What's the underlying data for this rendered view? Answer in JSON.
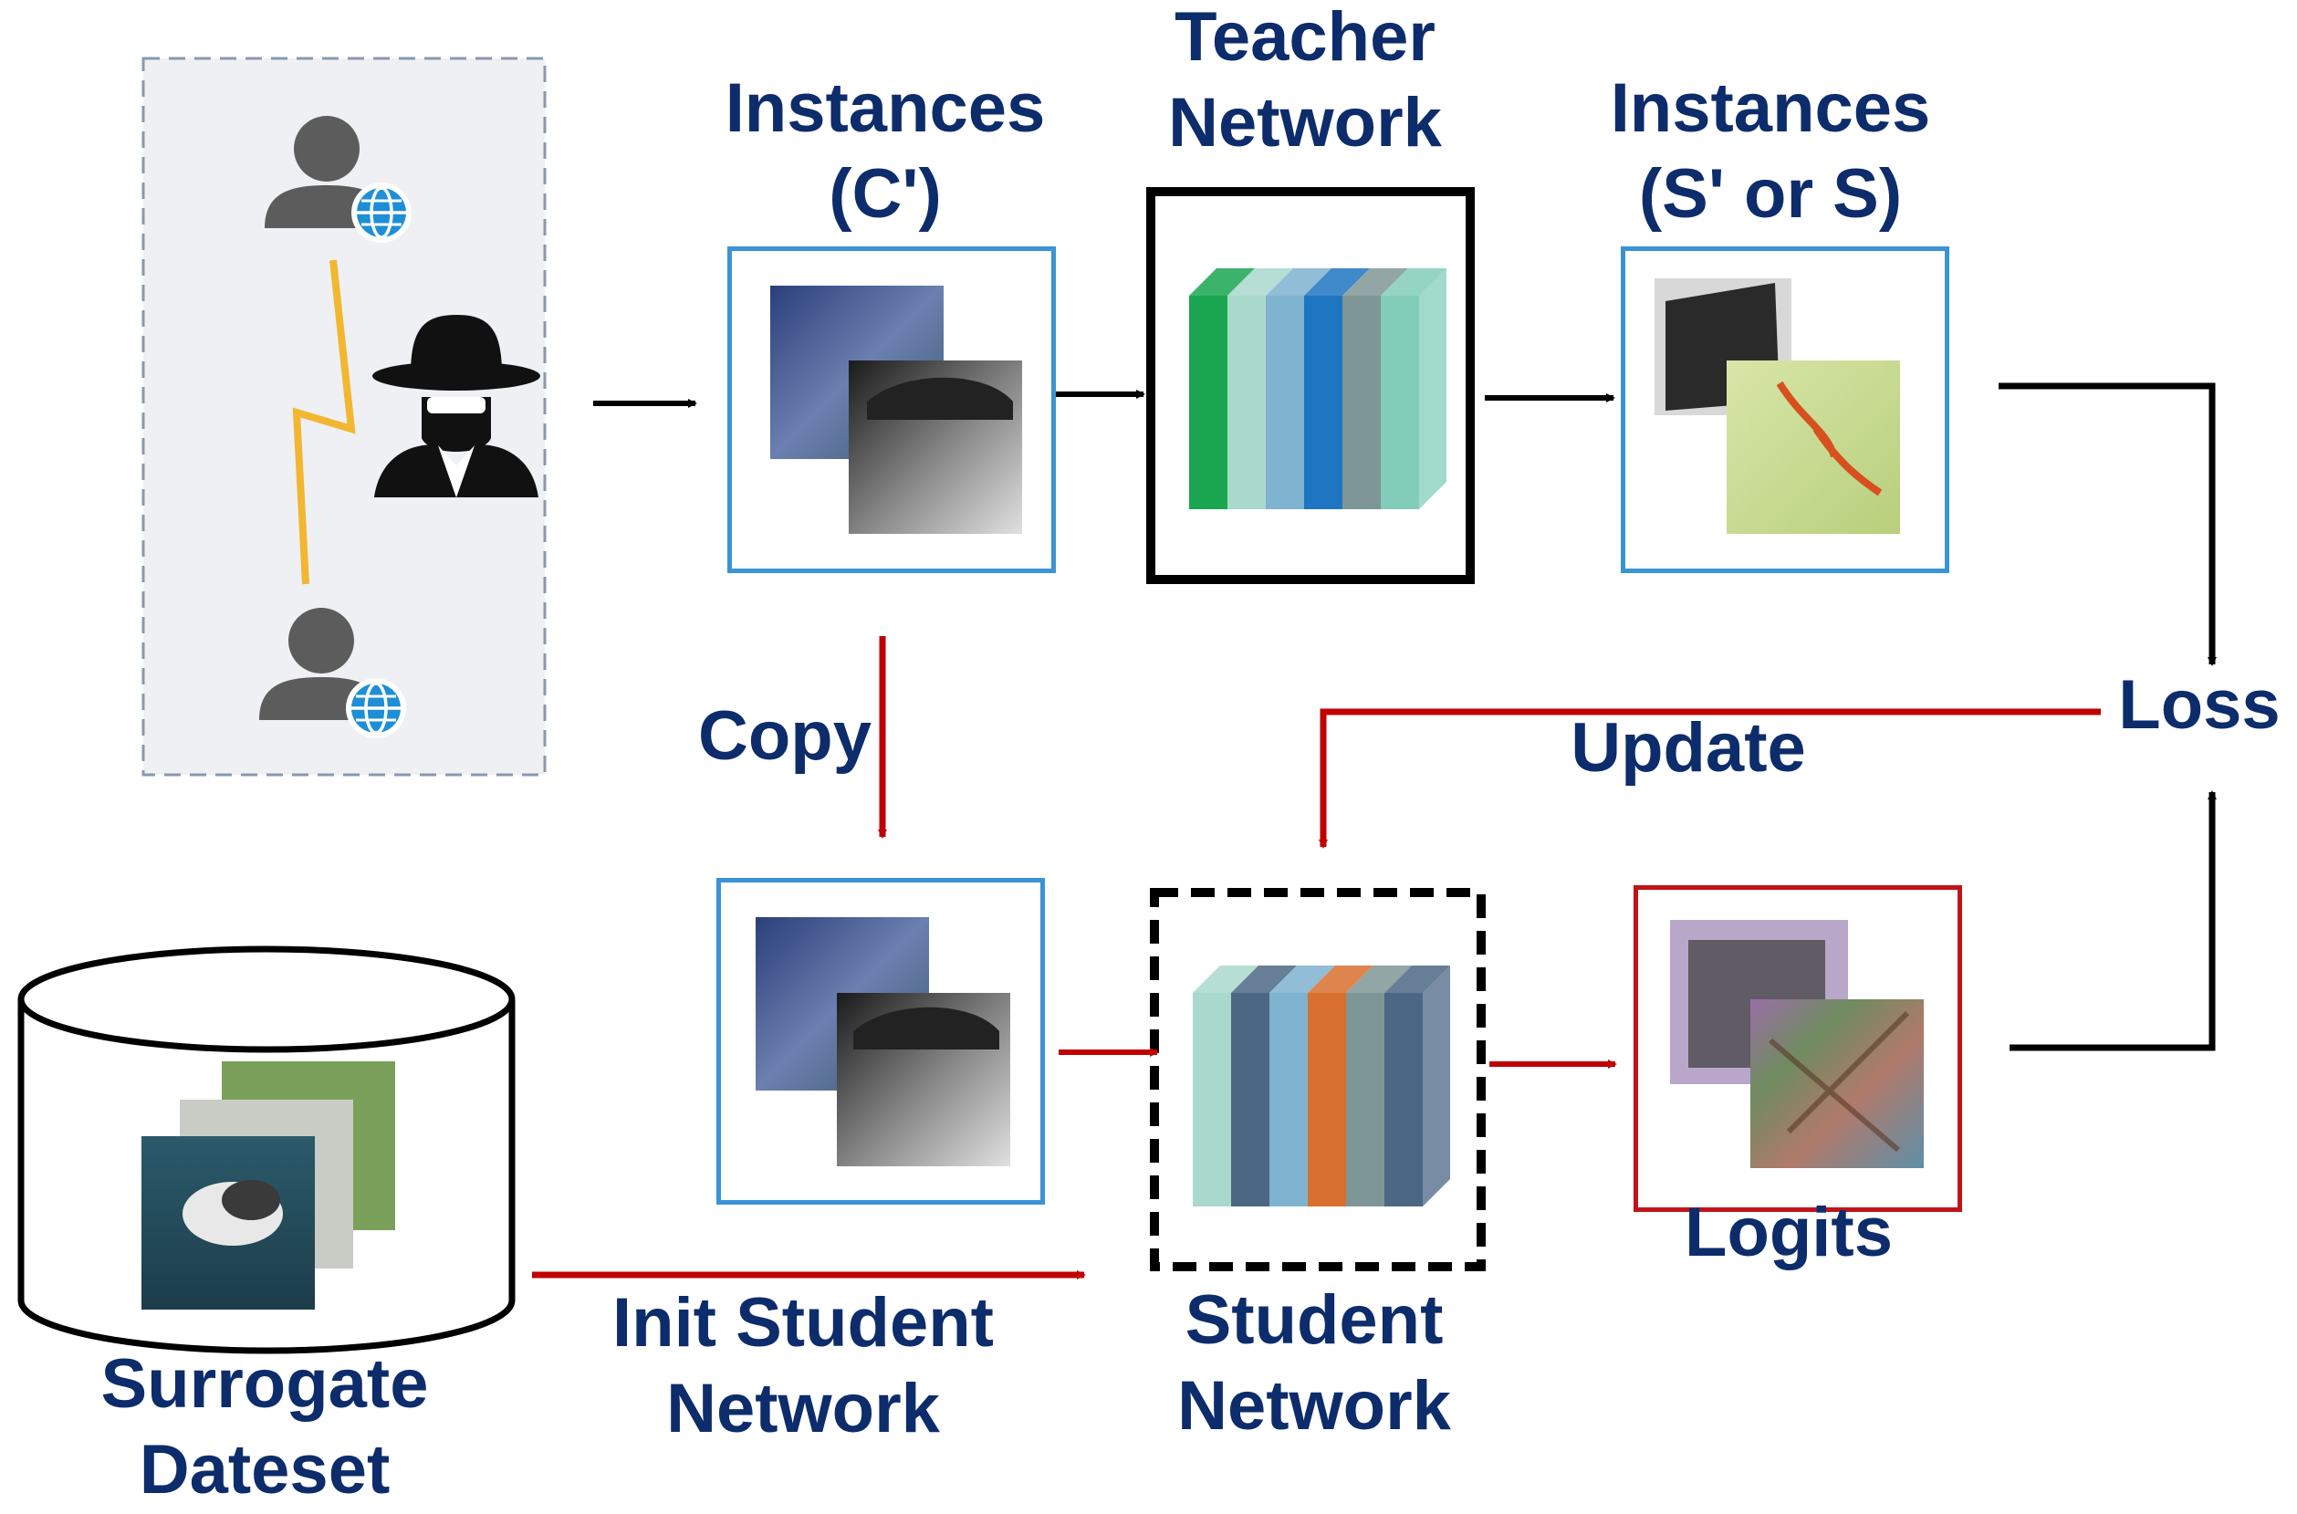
{
  "colors": {
    "label_navy": "#0d2c6b",
    "arrow_red": "#c00000",
    "arrow_black": "#000000",
    "box_blue": "#3a93d5",
    "box_red": "#c0141a",
    "teacher_layers": [
      "#1aa650",
      "#a9d8cc",
      "#7fb2cf",
      "#1e75c2",
      "#7f9696",
      "#82cdb9"
    ],
    "student_layers": [
      "#a9d8cc",
      "#4b6784",
      "#7fb2cf",
      "#d8702f",
      "#7f9696",
      "#4b6784"
    ],
    "lightning": "#f2b731",
    "globe": "#1e8fd6",
    "user_gray": "#5c5c5c"
  },
  "labels": {
    "instances_c": [
      "Instances",
      "(C')"
    ],
    "teacher": [
      "Teacher",
      "Network"
    ],
    "instances_s": [
      "Instances",
      "(S' or S)"
    ],
    "loss": "Loss",
    "update": "Update",
    "copy": "Copy",
    "logits": "Logits",
    "init_student": [
      "Init Student",
      "Network"
    ],
    "student": [
      "Student",
      "Network"
    ],
    "surrogate": [
      "Surrogate",
      "Dateset"
    ]
  },
  "icons": {
    "user_top": "user-globe-icon",
    "user_bottom": "user-globe-icon",
    "attacker": "spy-hat-icon",
    "link": "lightning-icon",
    "dataset": "database-cylinder-icon"
  }
}
